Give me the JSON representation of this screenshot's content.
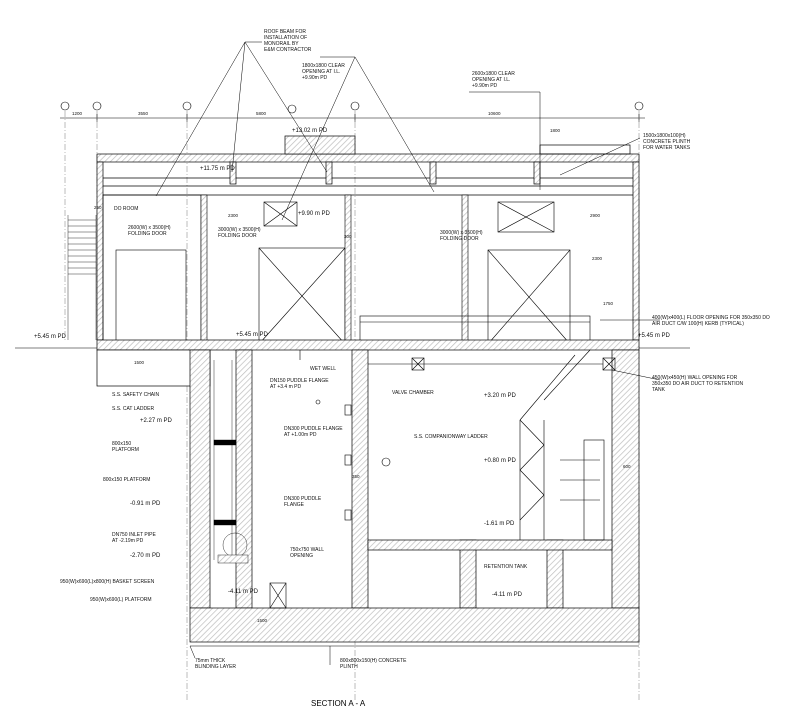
{
  "title": "SECTION A - A",
  "callouts": {
    "roof_beam": "ROOF BEAM FOR\nINSTALLATION OF\nMONORAIL BY\nE&M CONTRACTOR",
    "opening_1800_left": "1800x1800 CLEAR\nOPENING AT I.L.\n+9.90m PD",
    "opening_2600_right": "2600x1800 CLEAR\nOPENING AT I.L.\n+9.90m PD",
    "concrete_plinth_tanks": "1500x1800x100(H)\nCONCRETE PLINTH\nFOR WATER TANKS",
    "do_room": "DO ROOM",
    "folding_door_1": "2600(W) x 3500(H)\nFOLDING DOOR",
    "folding_door_2": "3000(W) x 3500(H)\nFOLDING DOOR",
    "folding_door_3": "3000(W) x 3500(H)\nFOLDING DOOR",
    "floor_opening_duct": "400(W)x400(L) FLOOR OPENING FOR 350x350 DO\nAIR DUCT C/W 100(H) KERB (TYPICAL)",
    "wall_opening_duct": "450(W)x450(H) WALL OPENING FOR\n350x350 DO AIR DUCT TO RETENTION\nTANK",
    "wet_well": "WET WELL",
    "valve_chamber": "VALVE CHAMBER",
    "safety_chain": "S.S. SAFETY CHAIN",
    "cat_ladder": "S.S. CAT LADDER",
    "platform_800_top": "800x150\nPLATFORM",
    "platform_800_mid": "800x150 PLATFORM",
    "inlet_pipe": "DN750 INLET PIPE\nAT -2.19m PD",
    "basket_screen": "950(W)x690(L)x800(H) BASKET SCREEN",
    "platform_950": "950(W)x690(L) PLATFORM",
    "puddle_flange_1": "DN150 PUDDLE FLANGE\nAT +3.4 m PD",
    "puddle_flange_2": "DN300 PUDDLE FLANGE\nAT +1.00m PD",
    "puddle_flange_3": "DN300 PUDDLE\nFLANGE",
    "wall_opening_750": "750x750 WALL\nOPENING",
    "companionway_ladder": "S.S. COMPANIONWAY LADDER",
    "retention_tank": "RETENTION TANK",
    "blinding_layer": "75mm THICK\nBLINDING LAYER",
    "plinth_800": "800x800x150(H) CONCRETE\nPLINTH"
  },
  "levels": {
    "l_13_02": "+13.02 m PD",
    "l_11_75": "+11.75 m PD",
    "l_9_90": "+9.90 m PD",
    "l_5_45_left": "+5.45 m PD",
    "l_5_45_mid": "+5.45 m PD",
    "l_5_45_right": "+5.45 m PD",
    "l_3_20": "+3.20 m PD",
    "l_2_27": "+2.27 m PD",
    "l_0_80": "+0.80 m PD",
    "l_m0_91": "-0.91 m PD",
    "l_m1_61": "-1.61 m PD",
    "l_m2_70": "-2.70 m PD",
    "l_m4_11_left": "-4.11 m PD",
    "l_m4_11_right": "-4.11 m PD"
  },
  "dimensions": {
    "d_1200": "1200",
    "d_3550": "3550",
    "d_5800": "5800",
    "d_10600": "10600",
    "d_1800_top": "1800",
    "d_2300_left": "2300",
    "d_2300_right": "2300",
    "d_300": "300",
    "d_2900": "2900",
    "d_250": "250",
    "d_1750": "1750",
    "d_1500_left": "1500",
    "d_1500_base": "1500",
    "d_600_v": "600",
    "d_350": "350"
  },
  "colors": {
    "line": "#000000",
    "hatch": "#d0d0d0",
    "background": "#ffffff"
  }
}
